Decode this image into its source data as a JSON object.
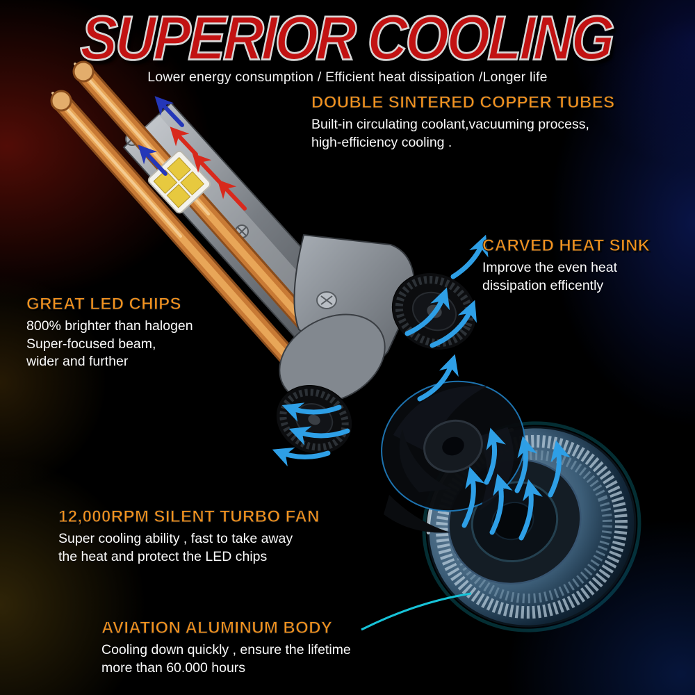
{
  "page": {
    "title": "SUPERIOR COOLING",
    "subtitle": "Lower energy consumption / Efficient heat dissipation /Longer life"
  },
  "callouts": {
    "copper_tubes": {
      "heading": "DOUBLE SINTERED COPPER TUBES",
      "body": "Built-in circulating coolant,vacuuming process,\nhigh-efficiency cooling ."
    },
    "heat_sink": {
      "heading": "CARVED HEAT SINK",
      "body": "Improve the even heat\ndissipation efficently"
    },
    "led_chips": {
      "heading": "GREAT LED CHIPS",
      "body": "800% brighter than halogen\nSuper-focused beam,\nwider and further"
    },
    "turbo_fan": {
      "heading": "12,000RPM SILENT TURBO FAN",
      "body": "Super cooling ability , fast to take away\nthe heat and protect the LED chips"
    },
    "aluminum_body": {
      "heading": "AVIATION ALUMINUM BODY",
      "body": "Cooling down quickly , ensure the lifetime\nmore than 60.000 hours"
    }
  },
  "colors": {
    "background": "#000000",
    "title_red": "#c21212",
    "heading_orange": "#f6941e",
    "body_text": "#fafafa",
    "airflow_blue": "#2e9fe6",
    "heat_red": "#d8291c",
    "copper": "#c87a35",
    "accent_cyan": "#17c3d8"
  }
}
